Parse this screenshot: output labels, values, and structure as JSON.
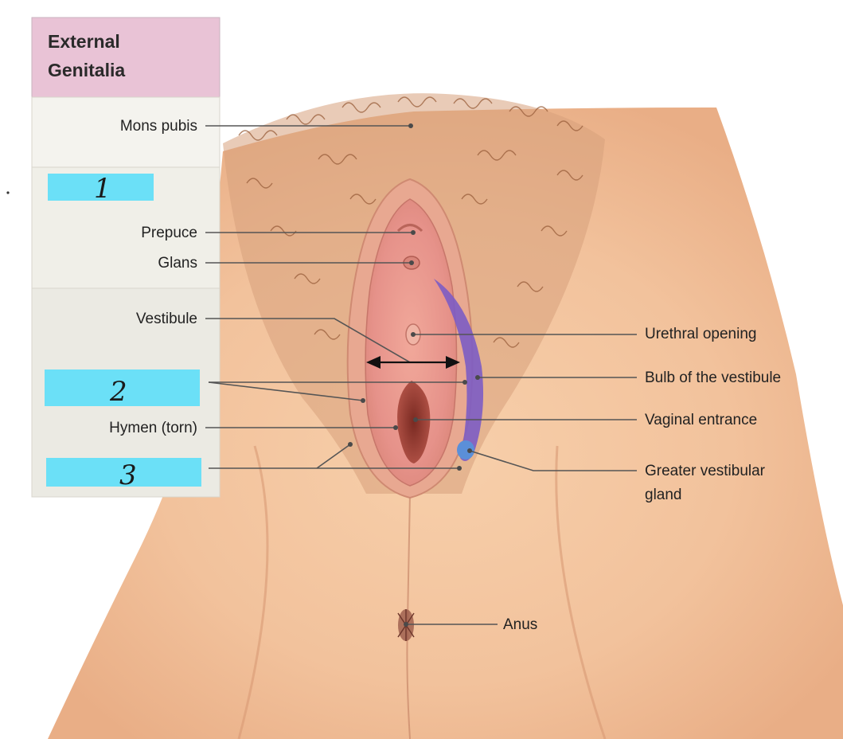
{
  "panel": {
    "title_line1": "External",
    "title_line2": "Genitalia"
  },
  "labels_left": {
    "mons_pubis": "Mons pubis",
    "prepuce": "Prepuce",
    "glans": "Glans",
    "vestibule": "Vestibule",
    "hymen": "Hymen (torn)"
  },
  "labels_right": {
    "urethral_opening": "Urethral opening",
    "bulb_of_vestibule": "Bulb of the vestibule",
    "vaginal_entrance": "Vaginal entrance",
    "greater_vestibular_line1": "Greater vestibular",
    "greater_vestibular_line2": "gland",
    "anus": "Anus"
  },
  "handwritten": {
    "mark1": "1",
    "mark2": "2",
    "mark3": "3"
  },
  "colors": {
    "panel_header": "#e9c3d6",
    "panel_row": "#f0efe9",
    "highlight": "#6be0f7",
    "skin": "#f2c49f",
    "inner": "#e79a8c",
    "bulb": "#7c5cc4",
    "gland": "#5b8fd8"
  }
}
